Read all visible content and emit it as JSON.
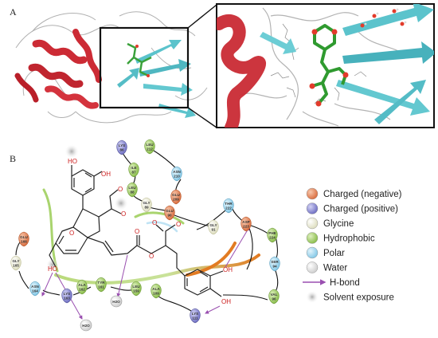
{
  "panel_a": {
    "letter": "A"
  },
  "panel_b": {
    "letter": "B"
  },
  "legend": {
    "items": [
      {
        "label": "Charged (negative)",
        "color": "#e8875a",
        "kind": "ball"
      },
      {
        "label": "Charged (positive)",
        "color": "#8f8fd6",
        "kind": "ball"
      },
      {
        "label": "Glycine",
        "color": "#f3f3df",
        "kind": "ball"
      },
      {
        "label": "Hydrophobic",
        "color": "#a7d36b",
        "kind": "ball"
      },
      {
        "label": "Polar",
        "color": "#a9dcf2",
        "kind": "ball"
      },
      {
        "label": "Water",
        "color": "#e6e6e6",
        "kind": "ball"
      },
      {
        "label": "H-bond",
        "color": "#9a4fb0",
        "kind": "arrow"
      },
      {
        "label": "Solvent exposure",
        "color": "#bbbbbb",
        "kind": "halo"
      }
    ]
  },
  "residues": [
    {
      "id": "lys86",
      "line1": "LYS",
      "line2": "86",
      "type": "pos"
    },
    {
      "id": "ile87",
      "line1": "ILE",
      "line2": "87",
      "type": "hyd"
    },
    {
      "id": "leu88",
      "line1": "LEU",
      "line2": "88",
      "type": "hyd"
    },
    {
      "id": "gly89",
      "line1": "GLY",
      "line2": "89",
      "type": "gly"
    },
    {
      "id": "glu90",
      "line1": "GLU",
      "line2": "90",
      "type": "neg"
    },
    {
      "id": "gly91",
      "line1": "GLY",
      "line2": "91",
      "type": "gly"
    },
    {
      "id": "leu212",
      "line1": "LEU",
      "line2": "212",
      "type": "hyd"
    },
    {
      "id": "asn210",
      "line1": "ASN",
      "line2": "210",
      "type": "pol"
    },
    {
      "id": "glu209",
      "line1": "GLU",
      "line2": "209",
      "type": "neg"
    },
    {
      "id": "thr222",
      "line1": "THR",
      "line2": "222",
      "type": "pol"
    },
    {
      "id": "asp223",
      "line1": "ASP",
      "line2": "223",
      "type": "neg"
    },
    {
      "id": "phe224",
      "line1": "PHE",
      "line2": "224",
      "type": "hyd"
    },
    {
      "id": "ser94",
      "line1": "SER",
      "line2": "94",
      "type": "pol"
    },
    {
      "id": "val96",
      "line1": "VAL",
      "line2": "96",
      "type": "hyd"
    },
    {
      "id": "lys111",
      "line1": "LYS",
      "line2": "111",
      "type": "pos"
    },
    {
      "id": "ala109",
      "line1": "ALA",
      "line2": "109",
      "type": "hyd"
    },
    {
      "id": "leu159",
      "line1": "LEU",
      "line2": "159",
      "type": "hyd"
    },
    {
      "id": "tyr161",
      "line1": "TYR",
      "line2": "161",
      "type": "hyd"
    },
    {
      "id": "ala162",
      "line1": "ALA",
      "line2": "162",
      "type": "hyd"
    },
    {
      "id": "lys163",
      "line1": "LYS",
      "line2": "163",
      "type": "pos"
    },
    {
      "id": "asn164",
      "line1": "ASN",
      "line2": "164",
      "type": "pol"
    },
    {
      "id": "gly165",
      "line1": "GLY",
      "line2": "165",
      "type": "gly"
    },
    {
      "id": "glu166",
      "line1": "GLU",
      "line2": "166",
      "type": "neg"
    }
  ],
  "waters": [
    {
      "id": "w1",
      "label": "H2O"
    },
    {
      "id": "w2",
      "label": "H2O"
    }
  ],
  "atoms": {
    "ho_top": "HO",
    "oh_ring": "OH",
    "o_ether": "O",
    "o_methoxy": "O",
    "o_carbonyl": "O",
    "o_ester": "O",
    "o_carboxylate": "O",
    "o_minus": "O",
    "o_acid2": "O",
    "ho_left": "HO",
    "oh_right1": "OH",
    "oh_right2": "OH"
  },
  "colors": {
    "helix": "#cc2b35",
    "sheet": "#5bc3cc",
    "ligand": "#3aa13a",
    "neg": "#e8875a",
    "pos": "#8f8fd6",
    "gly": "#f3f3df",
    "hyd": "#a7d36b",
    "pol": "#a9dcf2",
    "hbond": "#9a4fb0"
  }
}
